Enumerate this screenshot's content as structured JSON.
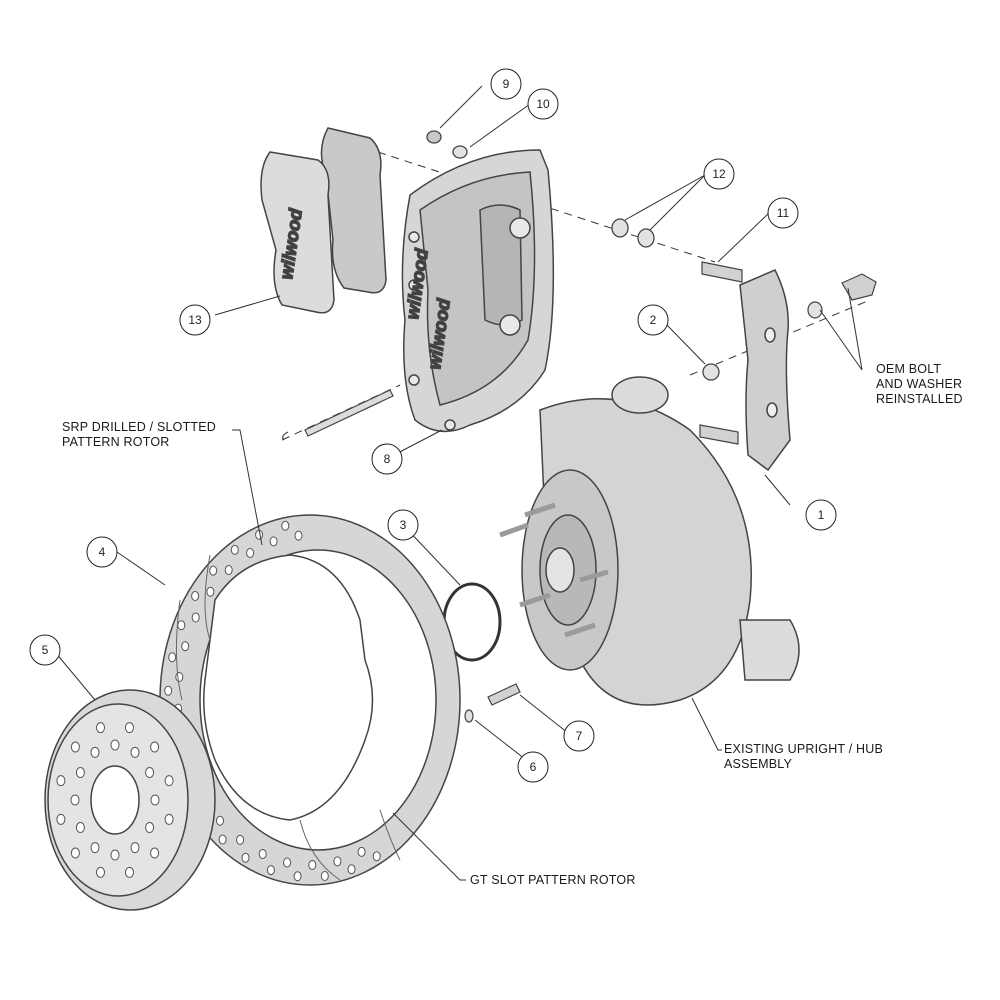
{
  "callouts": [
    {
      "id": "part-1",
      "number": "1"
    },
    {
      "id": "part-2",
      "number": "2"
    },
    {
      "id": "part-3",
      "number": "3"
    },
    {
      "id": "part-4",
      "number": "4"
    },
    {
      "id": "part-5",
      "number": "5"
    },
    {
      "id": "part-6",
      "number": "6"
    },
    {
      "id": "part-7",
      "number": "7"
    },
    {
      "id": "part-8",
      "number": "8"
    },
    {
      "id": "part-9",
      "number": "9"
    },
    {
      "id": "part-10",
      "number": "10"
    },
    {
      "id": "part-11",
      "number": "11"
    },
    {
      "id": "part-12",
      "number": "12"
    },
    {
      "id": "part-13",
      "number": "13"
    }
  ],
  "labels": {
    "srp_rotor": [
      "SRP DRILLED / SLOTTED",
      "PATTERN ROTOR"
    ],
    "oem_bolt": [
      "OEM BOLT",
      "AND WASHER",
      "REINSTALLED"
    ],
    "upright": [
      "EXISTING UPRIGHT / HUB",
      "ASSEMBLY"
    ],
    "gt_rotor": [
      "GT SLOT PATTERN ROTOR"
    ]
  },
  "brand_mark": "wilwood",
  "colors": {
    "part_fill": "#d9d9d9",
    "part_shade": "#bdbdbd",
    "outline": "#444444",
    "leader": "#333333"
  }
}
